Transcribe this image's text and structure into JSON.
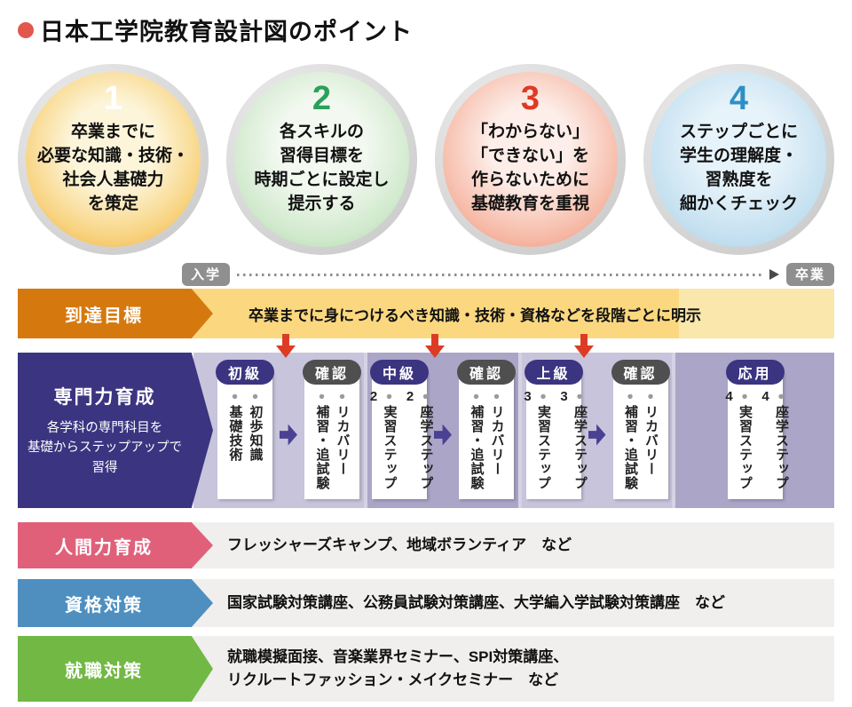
{
  "page": {
    "title": "日本工学院教育設計図のポイント"
  },
  "points": [
    {
      "number": "1",
      "color": "#f0a42a",
      "text": "卒業までに\n必要な知識・技術・\n社会人基礎力\nを策定"
    },
    {
      "number": "2",
      "color": "#a3d2a0",
      "text": "各スキルの\n習得目標を\n時期ごとに設定し\n提示する"
    },
    {
      "number": "3",
      "color": "#ec8a6f",
      "text": "「わからない」\n「できない」を\n作らないために\n基礎教育を重視"
    },
    {
      "number": "4",
      "color": "#a0cce5",
      "text": "ステップごとに\n学生の理解度・\n習熟度を\n細かくチェック"
    }
  ],
  "timeline": {
    "start": "入学",
    "end": "卒業"
  },
  "rows": {
    "goal": {
      "label": "到達目標",
      "text": "卒業までに身につけるべき知識・技術・資格などを段階ごとに明示"
    },
    "specialist": {
      "label": "専門力育成",
      "description": "各学科の専門科目を\n基礎からステップアップで\n習得",
      "sections": [
        {
          "level": {
            "badge": "初級",
            "items": [
              "初歩知識",
              "基礎技術"
            ]
          },
          "check": {
            "badge": "確認",
            "items": [
              "リカバリー",
              "補習・追試験"
            ]
          }
        },
        {
          "level": {
            "badge": "中級",
            "items": [
              "座学ステップ2",
              "実習ステップ2"
            ]
          },
          "check": {
            "badge": "確認",
            "items": [
              "リカバリー",
              "補習・追試験"
            ]
          }
        },
        {
          "level": {
            "badge": "上級",
            "items": [
              "座学ステップ3",
              "実習ステップ3"
            ]
          },
          "check": {
            "badge": "確認",
            "items": [
              "リカバリー",
              "補習・追試験"
            ]
          }
        },
        {
          "level": {
            "badge": "応用",
            "items": [
              "座学ステップ4",
              "実習ステップ4"
            ]
          }
        }
      ]
    },
    "human": {
      "label": "人間力育成",
      "text": "フレッシャーズキャンプ、地域ボランティア　など"
    },
    "certification": {
      "label": "資格対策",
      "text": "国家試験対策講座、公務員試験対策講座、大学編入学試験対策講座　など"
    },
    "employment": {
      "label": "就職対策",
      "text": "就職模擬面接、音楽業界セミナー、SPI対策講座、\nリクルートファッション・メイクセミナー　など"
    }
  },
  "colors": {
    "title_bullet": "#e2574c",
    "point_1_edge": "#f0a42a",
    "point_2_edge": "#a3d2a0",
    "point_3_edge": "#ec8a6f",
    "point_4_edge": "#a0cce5",
    "goal_label": "#d5790f",
    "goal_body": "#fbd87f",
    "goal_body_light": "#f9e7ac",
    "specialist_label": "#3b3480",
    "section_light": "#c8c4db",
    "section_dark": "#aba5c7",
    "check_badge": "#4f4f4f",
    "down_arrow": "#dc3b24",
    "step_arrow": "#4a4192",
    "human_label": "#e0607a",
    "certification_label": "#4e8fc0",
    "employment_label": "#72b845",
    "timeline_badge": "#8f8f8f"
  }
}
